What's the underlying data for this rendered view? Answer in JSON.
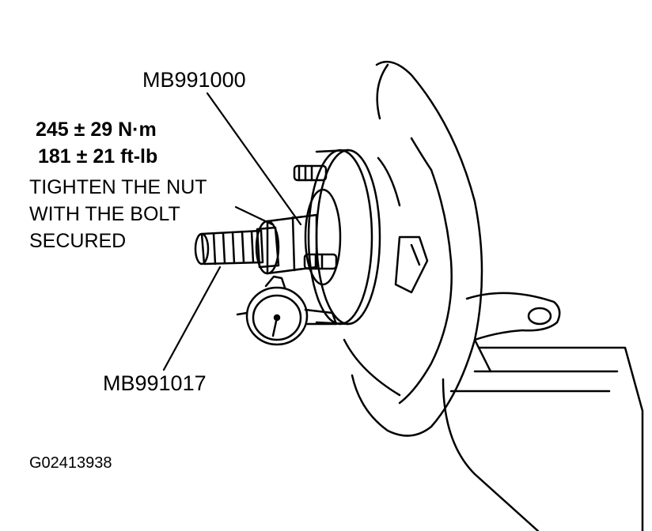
{
  "labels": {
    "tool_top": "MB991000",
    "torque_nm": "245 ± 29 N·m",
    "torque_ftlb": "181 ± 21 ft-lb",
    "instruction": [
      "TIGHTEN THE NUT",
      "WITH THE BOLT",
      "SECURED"
    ],
    "tool_bottom": "MB991017",
    "figure_id": "G02413938"
  }
}
